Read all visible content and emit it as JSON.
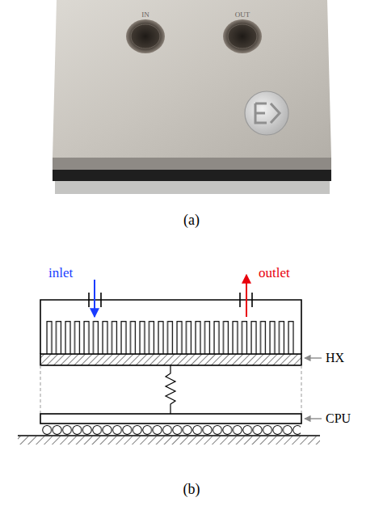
{
  "diagram": {
    "labels": [
      "IN",
      "OUT",
      "(a)",
      "inlet",
      "outlet",
      "HX",
      "CPU",
      "(b)"
    ]
  }
}
